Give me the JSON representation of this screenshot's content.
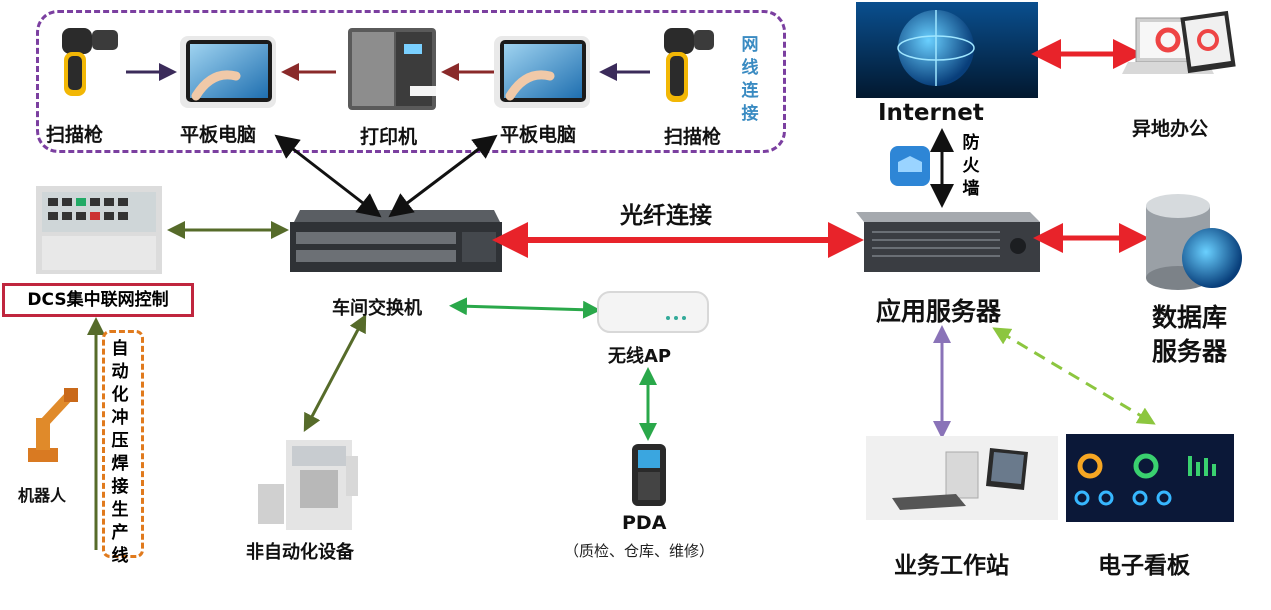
{
  "shop_floor_group": {
    "scanner_left": "扫描枪",
    "tablet_left": "平板电脑",
    "printer": "打印机",
    "tablet_right": "平板电脑",
    "scanner_right": "扫描枪",
    "network_label": "网线连接"
  },
  "dcs": {
    "label": "DCS集中联网控制"
  },
  "switch": {
    "label": "车间交换机"
  },
  "fiber": {
    "label": "光纤连接"
  },
  "internet": {
    "label": "Internet",
    "firewall": "防火墙"
  },
  "remote_office": {
    "label": "异地办公"
  },
  "app_server": {
    "label": "应用服务器"
  },
  "db_server": {
    "label_line1": "数据库",
    "label_line2": "服务器"
  },
  "wireless_ap": {
    "label": "无线AP"
  },
  "pda": {
    "label": "PDA",
    "note": "（质检、仓库、维修）"
  },
  "robot": {
    "label": "机器人"
  },
  "production_line": {
    "label": "自动化冲压焊接生产线"
  },
  "non_auto": {
    "label": "非自动化设备"
  },
  "workstation": {
    "label": "业务工作站"
  },
  "dashboard": {
    "label": "电子看板"
  },
  "colors": {
    "red_link": "#e8232a",
    "green_link": "#2aa84a",
    "olive_link": "#566b2a",
    "purple_link": "#8a73b8",
    "dashed_green": "#8cc63f",
    "group_border": "#7b3fa0",
    "dcs_border": "#c0263e",
    "line_border": "#e07a1d"
  }
}
